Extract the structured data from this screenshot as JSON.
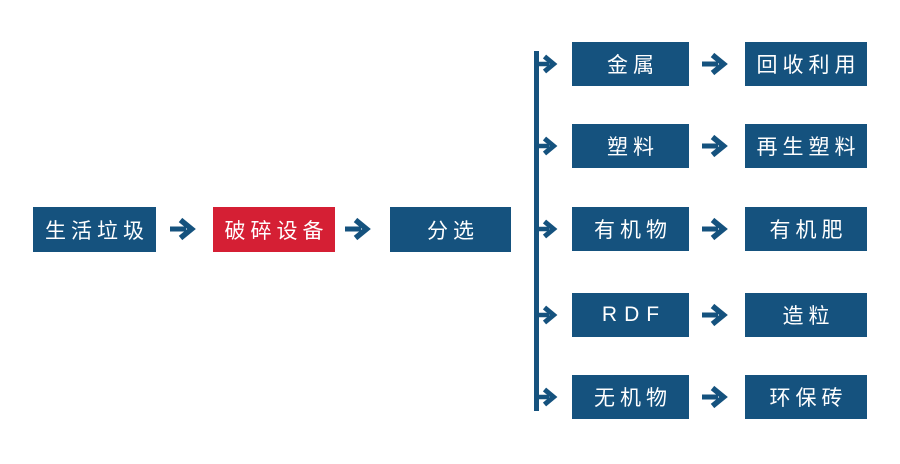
{
  "diagram": {
    "title_hint": "waste-processing-flowchart",
    "main_flow": {
      "source_label": "生活垃圾",
      "crusher_label": "破碎设备",
      "sorting_label": "分选"
    },
    "branches": [
      {
        "material": "金属",
        "result": "回收利用"
      },
      {
        "material": "塑料",
        "result": "再生塑料"
      },
      {
        "material": "有机物",
        "result": "有机肥"
      },
      {
        "material": "RDF",
        "result": "造粒"
      },
      {
        "material": "无机物",
        "result": "环保砖"
      }
    ]
  },
  "colors": {
    "node_blue": "#15527E",
    "highlight_red": "#D51F34",
    "text_white": "#FFFFFF",
    "background": "#FFFFFF"
  }
}
